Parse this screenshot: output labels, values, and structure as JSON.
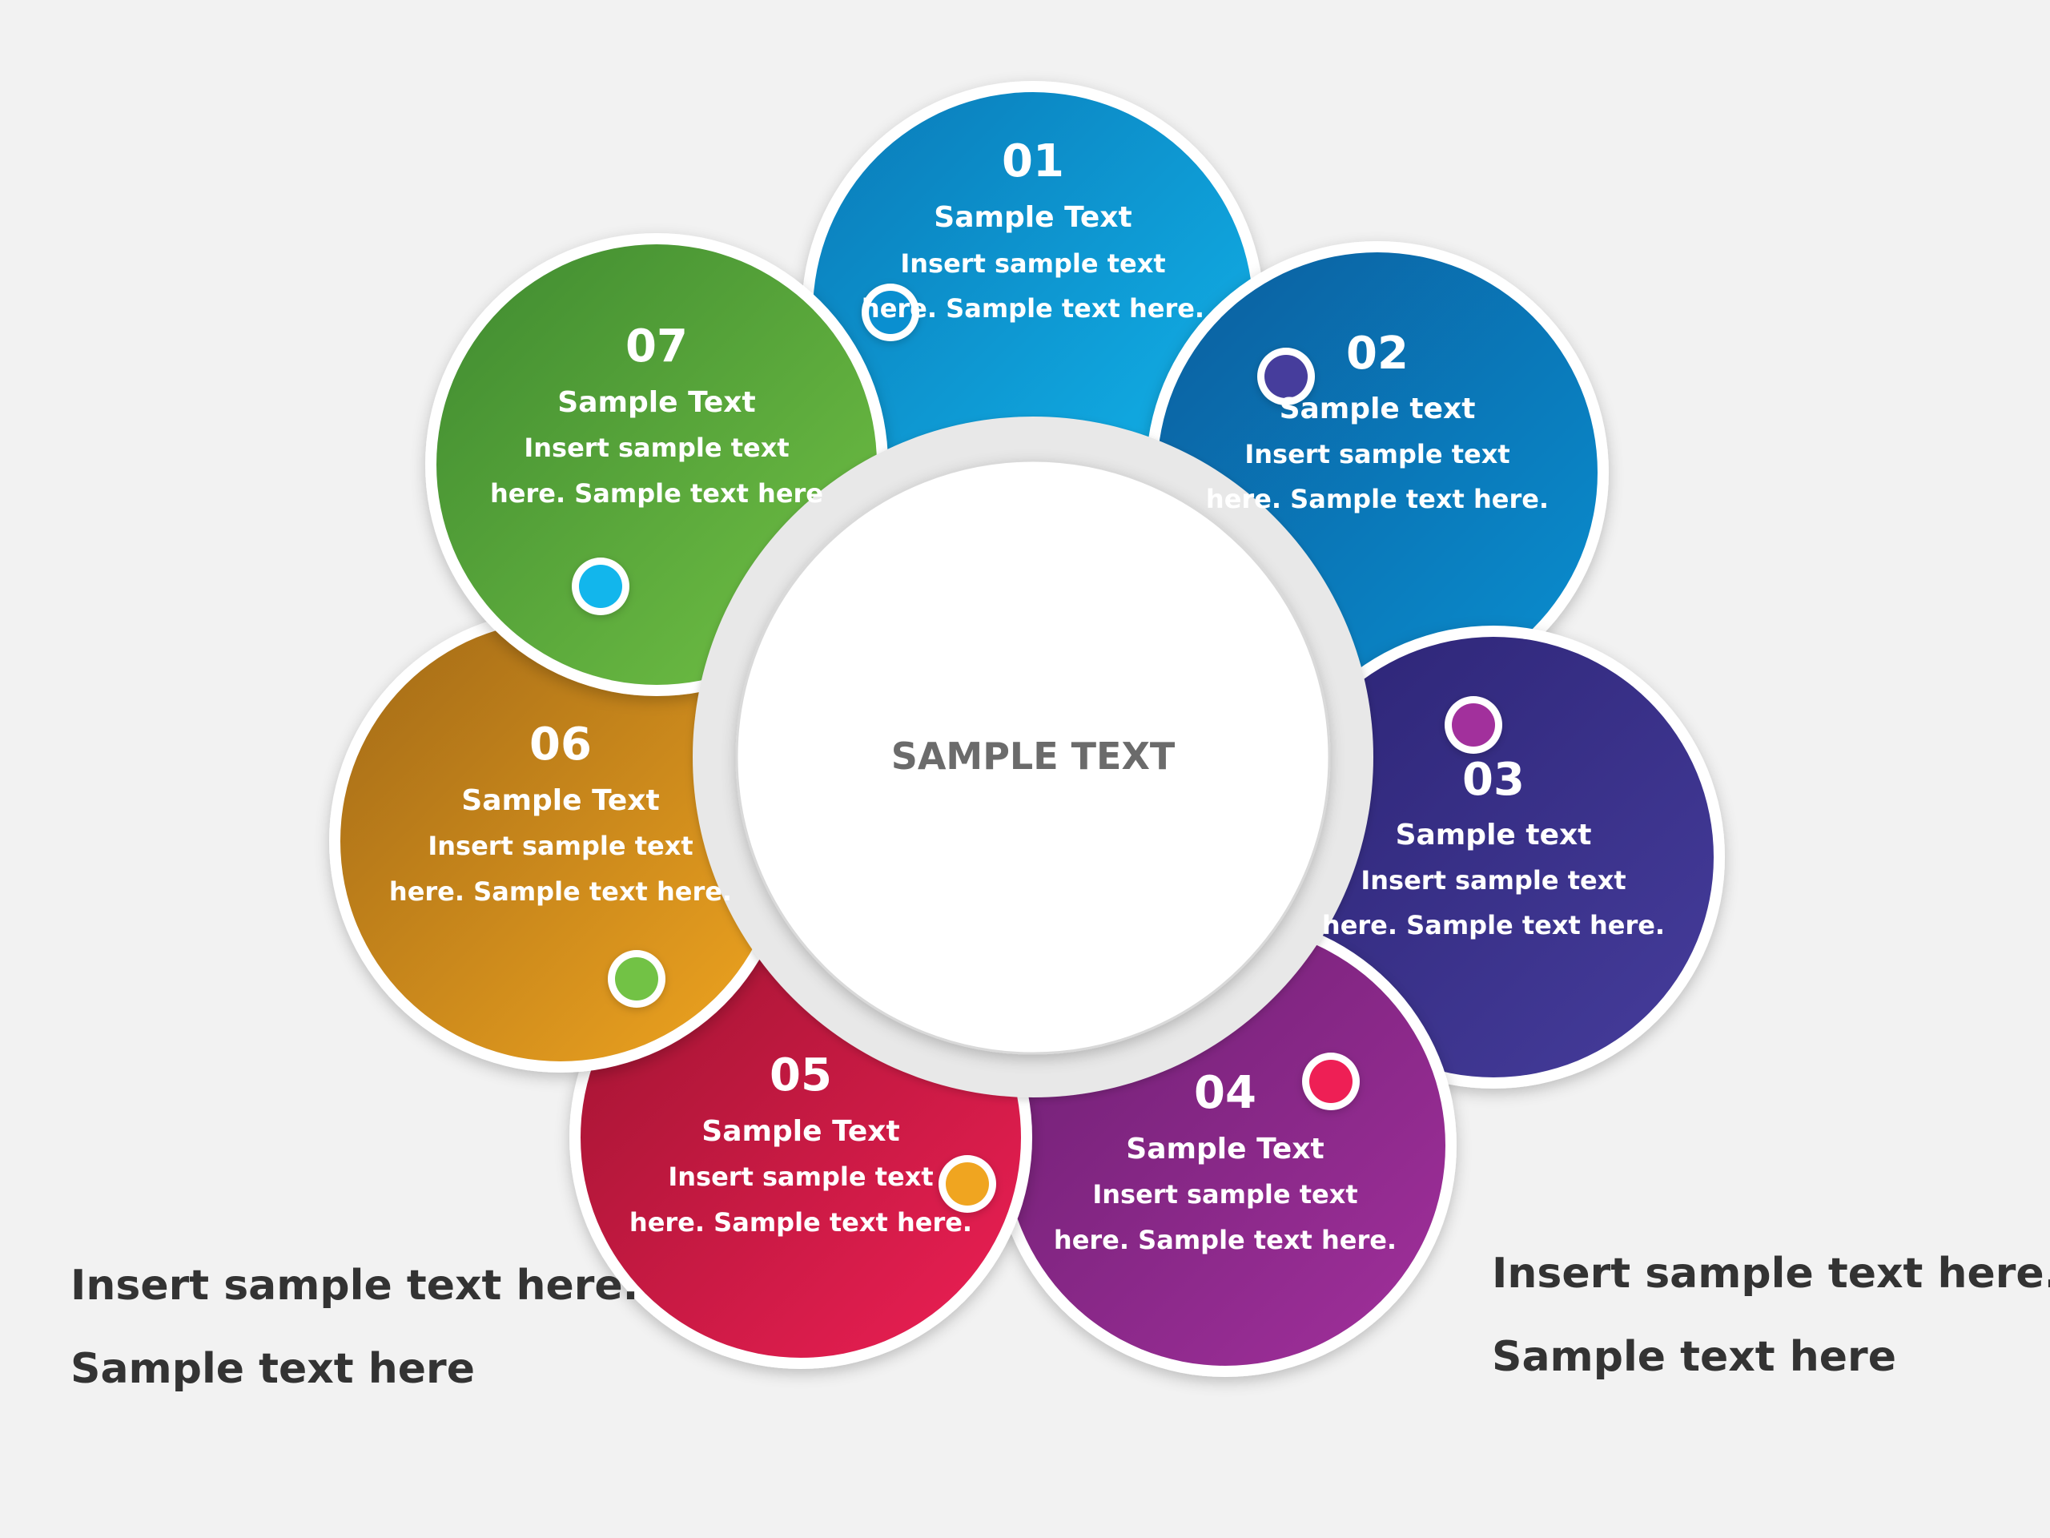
{
  "center": {
    "text": "SAMPLE TEXT",
    "color": "#6b6b6b"
  },
  "segments": [
    {
      "number": "01",
      "title": "Sample Text",
      "line1": "Insert sample text",
      "line2": "here. Sample text here.",
      "colors": [
        "#0a7ab8",
        "#12b6ec"
      ]
    },
    {
      "number": "02",
      "title": "Sample text",
      "line1": "Insert sample text",
      "line2": "here. Sample text here.",
      "colors": [
        "#0b5e9e",
        "#0a8fd0"
      ]
    },
    {
      "number": "03",
      "title": "Sample text",
      "line1": "Insert sample text",
      "line2": "here. Sample text here.",
      "colors": [
        "#2c2475",
        "#463d9c"
      ]
    },
    {
      "number": "04",
      "title": "Sample Text",
      "line1": "Insert sample text",
      "line2": "here. Sample text here.",
      "colors": [
        "#6d1f72",
        "#a2309c"
      ]
    },
    {
      "number": "05",
      "title": "Sample Text",
      "line1": "Insert sample text",
      "line2": "here. Sample text here.",
      "colors": [
        "#9e1430",
        "#ee1f55"
      ]
    },
    {
      "number": "06",
      "title": "Sample Text",
      "line1": "Insert sample text",
      "line2": "here. Sample text here.",
      "colors": [
        "#a26a17",
        "#f0a520"
      ]
    },
    {
      "number": "07",
      "title": "Sample Text",
      "line1": "Insert sample text",
      "line2": "here. Sample text here",
      "colors": [
        "#3f8a30",
        "#72c245"
      ]
    }
  ],
  "notes": {
    "left": {
      "line1": "Insert sample text here.",
      "line2": "Sample text here"
    },
    "right": {
      "line1": "Insert sample text here.",
      "line2": "Sample text here"
    }
  }
}
